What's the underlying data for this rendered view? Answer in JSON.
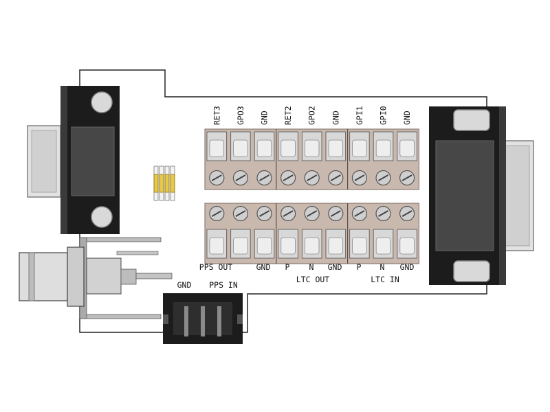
{
  "colors": {
    "board": "#ffffff",
    "outline": "#222222",
    "terminal_block": "#c9b8ae",
    "terminal_body": "#d8d8d8",
    "screw": "#cfcfcf",
    "connector_dark": "#1c1c1c",
    "connector_gray": "#6a6a6a",
    "dip_switch": "#e6c84a"
  },
  "top_terminals": {
    "labels": [
      "RET3",
      "GPO3",
      "GND",
      "RET2",
      "GPO2",
      "GND",
      "GPI1",
      "GPI0",
      "GND"
    ]
  },
  "bottom_terminals": {
    "labels": [
      "PPS OUT",
      "GND",
      "P",
      "N",
      "GND",
      "P",
      "N",
      "GND"
    ],
    "group_labels": [
      "LTC OUT",
      "LTC IN"
    ]
  },
  "bnc_header": {
    "labels": [
      "GND",
      "PPS IN"
    ]
  },
  "icons": {
    "left_db9": "db9-female-connector-icon",
    "right_db9": "db9-male-connector-icon",
    "bnc": "bnc-connector-icon",
    "dip": "dip-switch-icon",
    "header": "three-pin-header-icon"
  }
}
